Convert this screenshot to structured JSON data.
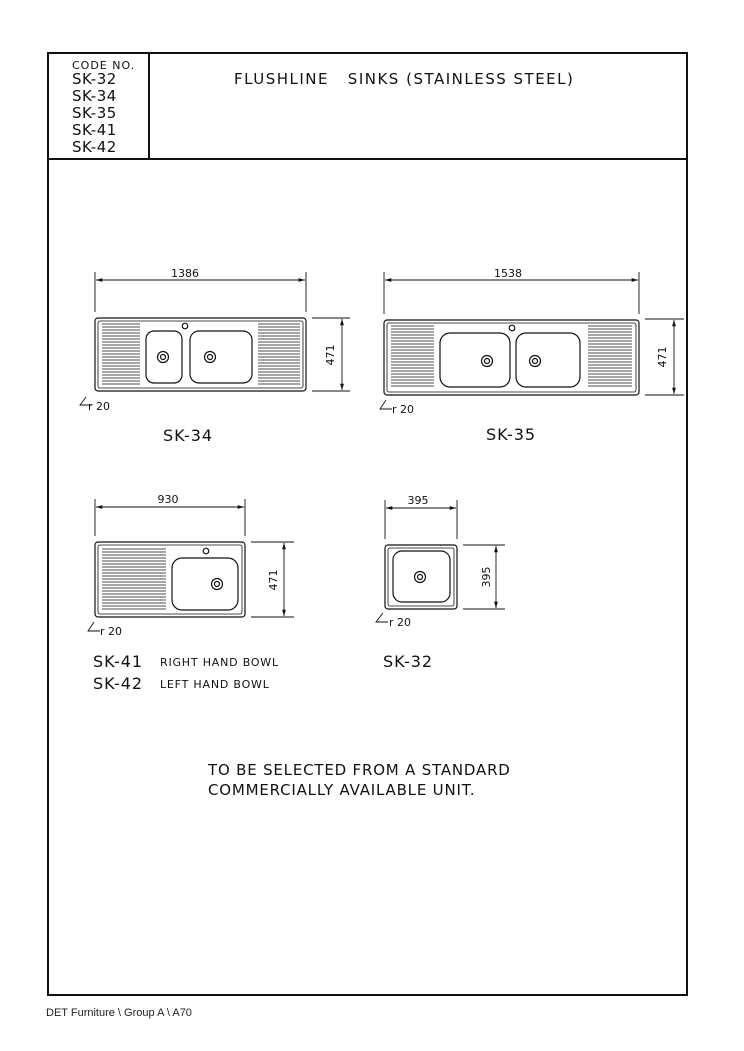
{
  "header": {
    "code_label": "CODE NO.",
    "codes": [
      "SK-32",
      "SK-34",
      "SK-35",
      "SK-41",
      "SK-42"
    ],
    "title": "FLUSHLINE   SINKS (STAINLESS STEEL)"
  },
  "sinks": {
    "sk34": {
      "name": "SK-34",
      "width": "1386",
      "depth": "471",
      "radius": "r 20"
    },
    "sk35": {
      "name": "SK-35",
      "width": "1538",
      "depth": "471",
      "radius": "r 20"
    },
    "sk41": {
      "name": "SK-41",
      "desc": "RIGHT HAND BOWL",
      "width": "930",
      "depth": "471",
      "radius": "r 20"
    },
    "sk42": {
      "name": "SK-42",
      "desc": "LEFT HAND BOWL"
    },
    "sk32": {
      "name": "SK-32",
      "width": "395",
      "depth": "395",
      "radius": "r 20"
    }
  },
  "note": {
    "line1": "TO BE SELECTED FROM A STANDARD",
    "line2": "COMMERCIALLY AVAILABLE UNIT."
  },
  "footer": {
    "text": "DET Furniture \\ Group A \\ A70"
  },
  "colors": {
    "ink": "#111111",
    "paper": "#ffffff"
  }
}
